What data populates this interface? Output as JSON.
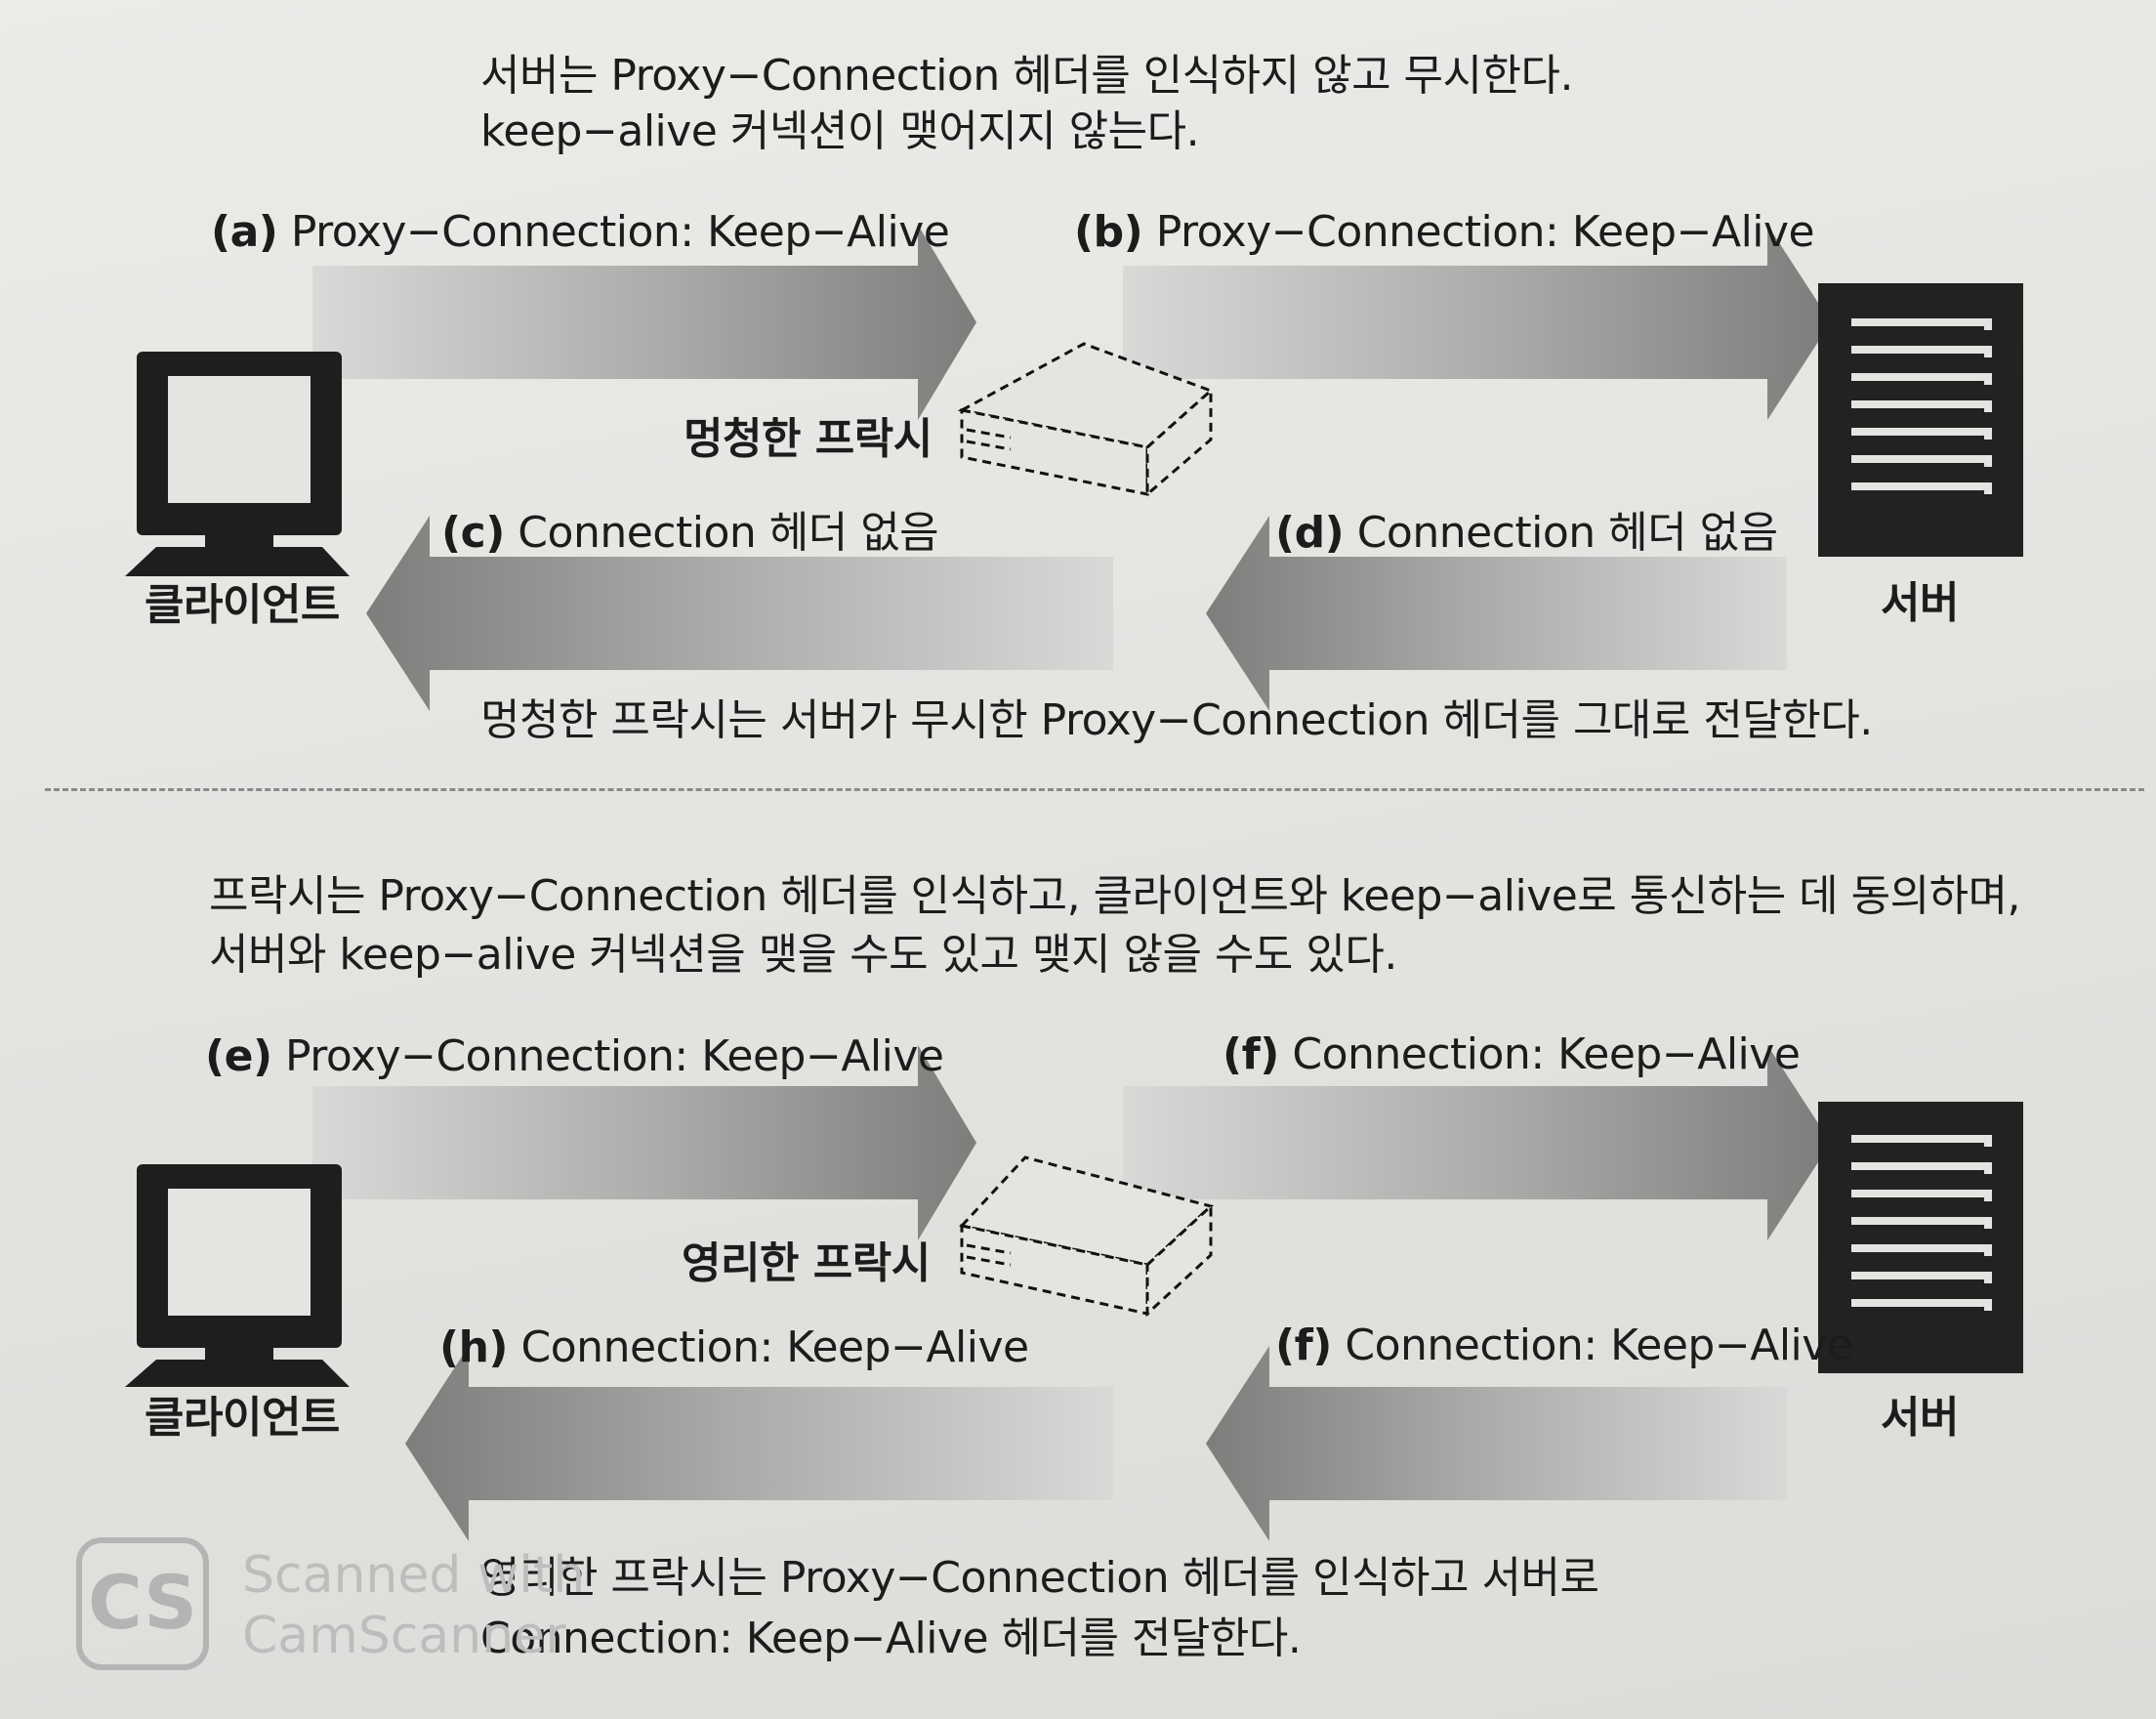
{
  "top": {
    "caption_line1": "서버는 Proxy−Connection 헤더를 인식하지 않고 무시한다.",
    "caption_line2": "keep−alive 커넥션이 맺어지지 않는다.",
    "arrow_a": {
      "tag": "(a)",
      "text": " Proxy−Connection: Keep−Alive"
    },
    "arrow_b": {
      "tag": "(b)",
      "text": " Proxy−Connection: Keep−Alive"
    },
    "arrow_c": {
      "tag": "(c)",
      "text": " Connection 헤더 없음"
    },
    "arrow_d": {
      "tag": "(d)",
      "text": " Connection 헤더 없음"
    },
    "proxy_label": "멍청한 프락시",
    "client_label": "클라이언트",
    "server_label": "서버",
    "bottom_caption": "멍청한 프락시는 서버가 무시한 Proxy−Connection 헤더를 그대로 전달한다."
  },
  "bottom": {
    "caption_line1": "프락시는 Proxy−Connection 헤더를 인식하고, 클라이언트와 keep−alive로 통신하는 데 동의하며,",
    "caption_line2": "서버와 keep−alive 커넥션을 맺을 수도 있고 맺지 않을 수도 있다.",
    "arrow_e": {
      "tag": "(e)",
      "text": " Proxy−Connection: Keep−Alive"
    },
    "arrow_f_out": {
      "tag": "(f)",
      "text": " Connection: Keep−Alive"
    },
    "arrow_h": {
      "tag": "(h)",
      "text": " Connection: Keep−Alive"
    },
    "arrow_f_back": {
      "tag": "(f)",
      "text": " Connection: Keep−Alive"
    },
    "proxy_label": "영리한 프락시",
    "client_label": "클라이언트",
    "server_label": "서버",
    "bottom_caption_line1": "영리한 프락시는 Proxy−Connection 헤더를 인식하고 서버로",
    "bottom_caption_line2": "Connection: Keep−Alive 헤더를 전달한다."
  },
  "watermark": {
    "logo": "CS",
    "line1": "Scanned with",
    "line2": "CamScanner"
  }
}
